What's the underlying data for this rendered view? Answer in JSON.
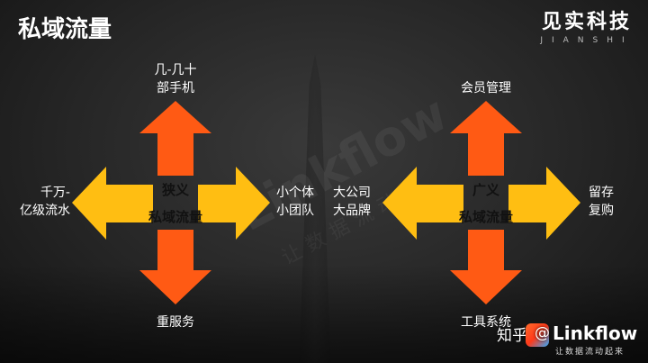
{
  "slide": {
    "title": "私域流量",
    "brand_cn": "见实科技",
    "brand_en": "JIANSHI"
  },
  "left_diagram": {
    "center_line1": "狭义",
    "center_line2": "私域流量",
    "top_line1": "几-几十",
    "top_line2": "部手机",
    "left_line1": "千万-",
    "left_line2": "亿级流水",
    "right_line1": "小个体",
    "right_line2": "小团队",
    "bottom": "重服务"
  },
  "right_diagram": {
    "center_line1": "广义",
    "center_line2": "私域流量",
    "top": "会员管理",
    "left_line1": "大公司",
    "left_line2": "大品牌",
    "right_line1": "留存",
    "right_line2": "复购",
    "bottom": "工具系统"
  },
  "background": {
    "watermark": "Linkflow",
    "watermark_sub": "让数据流动"
  },
  "footer": {
    "zhihu": "知乎",
    "at": "@",
    "logo_name": "Linkflow",
    "logo_tag": "让数据流动起来"
  },
  "colors": {
    "vertical_arrow": "#ff5a14",
    "horizontal_arrow": "#ffbe12",
    "background": "#262626"
  }
}
